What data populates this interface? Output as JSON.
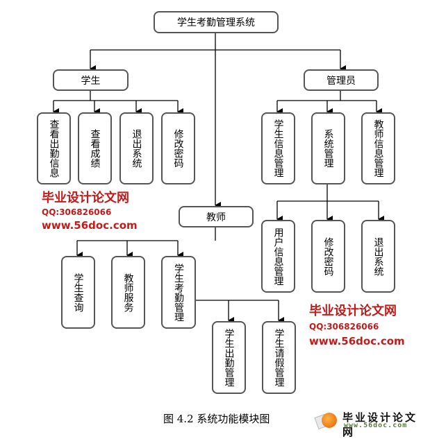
{
  "diagram": {
    "root": {
      "label": "学生考勤管理系统"
    },
    "student": {
      "label": "学生",
      "children": [
        "查看出勤信息",
        "查看成绩",
        "退出系统",
        "修改密码"
      ]
    },
    "admin": {
      "label": "管理员",
      "children": [
        "学生信息管理",
        "系统管理",
        "教师信息管理"
      ],
      "system_children": [
        "用户信息管理",
        "修改密码",
        "退出系统"
      ]
    },
    "teacher": {
      "label": "教师",
      "children": [
        "学生查询",
        "教师服务",
        "学生考勤管理"
      ],
      "attendance_children": [
        "学生出勤管理",
        "学生请假管理"
      ]
    }
  },
  "caption": "图 4.2 系统功能模块图",
  "watermarks": {
    "site_cn": "毕业设计论文网",
    "qq": "QQ:306826066",
    "url": "www.56doc.com"
  },
  "logo": {
    "name": "毕业设计论文网",
    "url": "www.56doc.com"
  },
  "colors": {
    "line": "#000000",
    "box_border": "#555555",
    "watermark": "#c41a1a"
  }
}
